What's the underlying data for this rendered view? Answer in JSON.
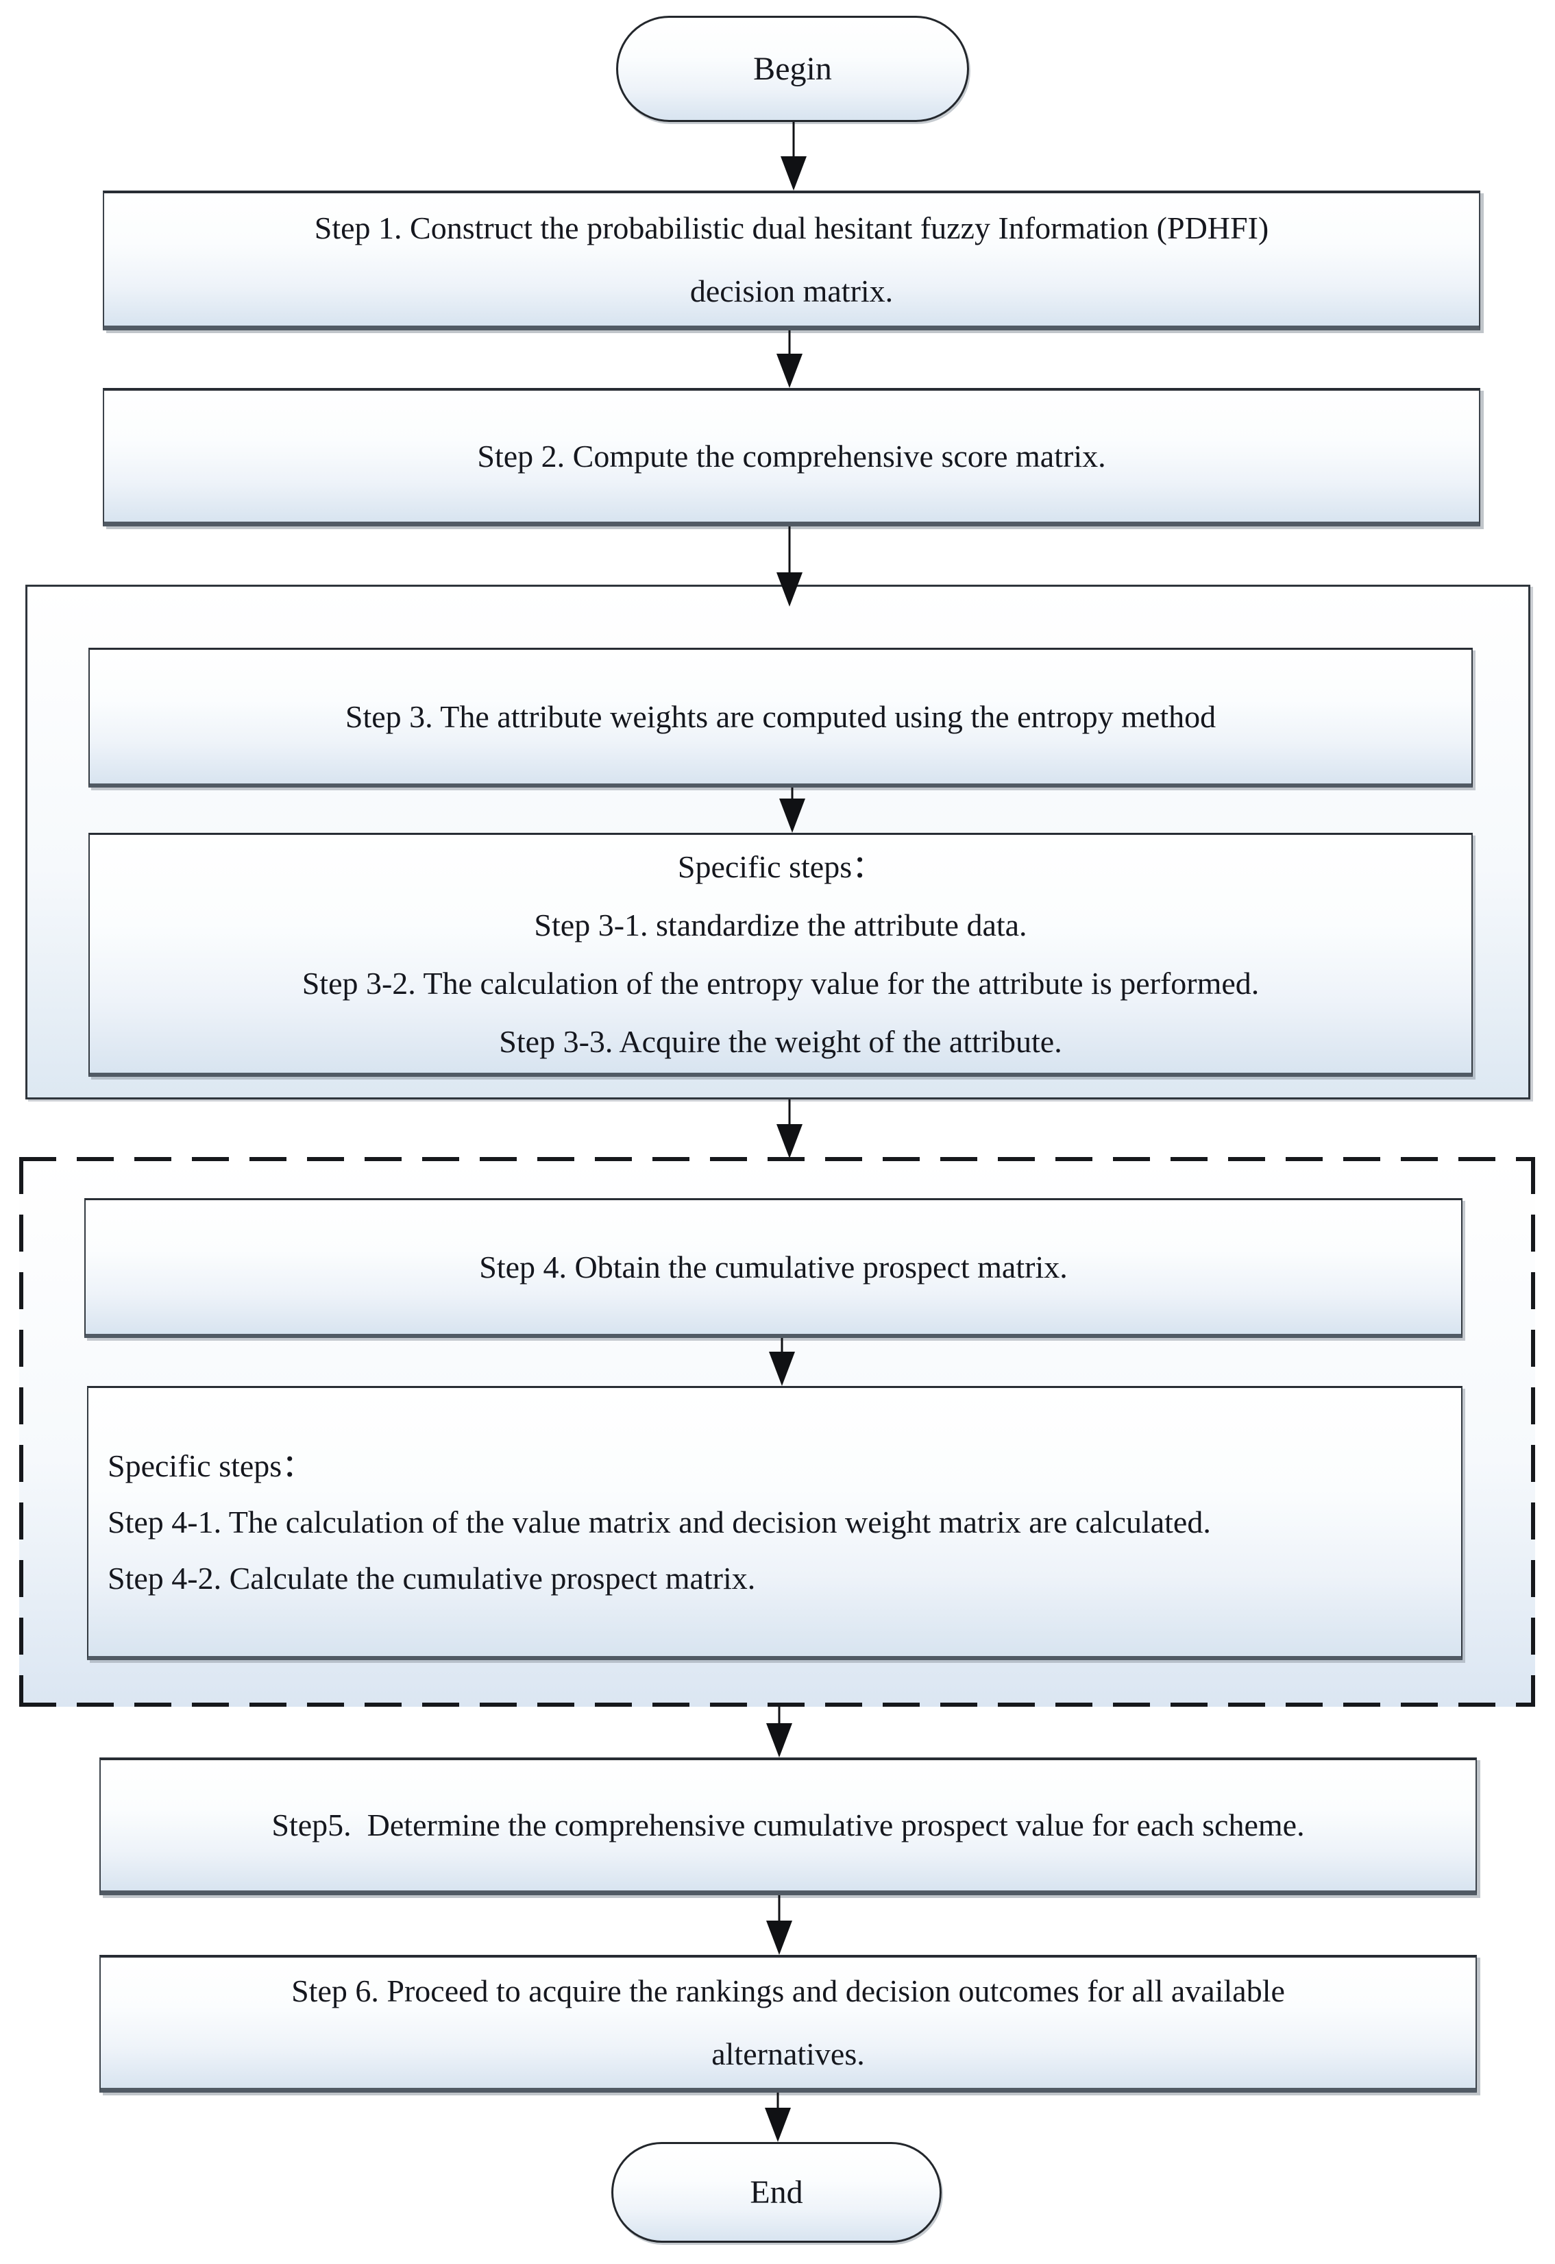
{
  "flow": {
    "begin_label": "Begin",
    "end_label": "End",
    "step1_lines": [
      "Step 1. Construct the probabilistic dual hesitant fuzzy Information (PDHFI)",
      "decision matrix."
    ],
    "step2_label": "Step 2. Compute the comprehensive score matrix.",
    "step3_label": "Step 3. The attribute weights are computed using the entropy method",
    "step3_specific": {
      "title": "Specific steps：",
      "lines": [
        "Step 3-1. standardize the attribute data.",
        "Step 3-2. The calculation of the entropy value for the attribute is performed.",
        "Step 3-3. Acquire the weight of the attribute."
      ]
    },
    "step4_label": "Step 4. Obtain the cumulative prospect matrix.",
    "step4_specific": {
      "title": "Specific steps：",
      "lines": [
        "Step 4-1. The calculation of the value matrix and decision weight matrix are calculated.",
        "Step 4-2. Calculate the cumulative prospect matrix."
      ]
    },
    "step5_label": "Step5.  Determine the comprehensive cumulative prospect value for each scheme.",
    "step6_lines": [
      "Step 6. Proceed to acquire the rankings and decision outcomes for all available",
      "alternatives."
    ]
  },
  "colors": {
    "text": "#15171e",
    "arrow": "#101114",
    "border": "#3c434b",
    "shadow": "#8d95a0",
    "fill_top": "#ffffff",
    "fill_bottom": "#d8e4f0"
  }
}
